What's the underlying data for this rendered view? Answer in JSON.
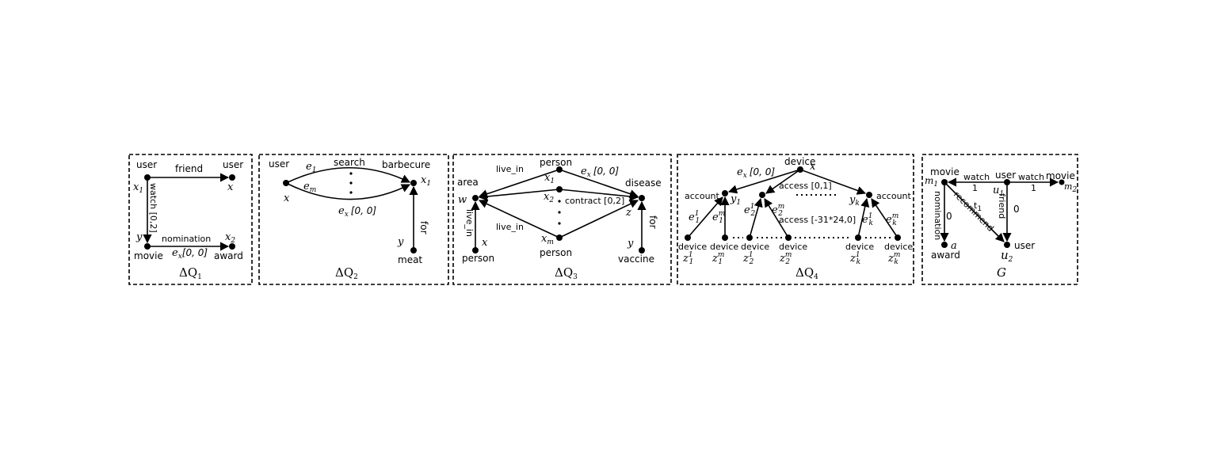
{
  "panels": {
    "q1": {
      "caption": "ΔQ",
      "caption_sub": "1",
      "labels": {
        "user_left": "user",
        "user_right": "user",
        "friend": "friend",
        "x1": "x",
        "x1_sub": "1",
        "x": "x",
        "watch": "watch [0,2]",
        "y": "y",
        "nomination": "nomination",
        "x2": "x",
        "x2_sub": "2",
        "movie": "movie",
        "ex_range": "e",
        "ex_range_sub": "x",
        "ex_range_tail": "[0, 0]",
        "award": "award"
      }
    },
    "q2": {
      "caption": "ΔQ",
      "caption_sub": "2",
      "labels": {
        "user": "user",
        "e1": "e",
        "e1_sub": "1",
        "search": "search",
        "barbecure": "barbecure",
        "x1": "x",
        "x1_sub": "1",
        "em": "e",
        "em_sub": "m",
        "x": "x",
        "ex": "e",
        "ex_sub": "x",
        "ex_tail": "[0, 0]",
        "y": "y",
        "for": "for",
        "meat": "meat"
      }
    },
    "q3": {
      "caption": "ΔQ",
      "caption_sub": "3",
      "labels": {
        "person_top": "person",
        "live_in_top": "live_in",
        "x1": "x",
        "x1_sub": "1",
        "ex": "e",
        "ex_sub": "x",
        "ex_tail": "[0, 0]",
        "area": "area",
        "disease": "disease",
        "w": "w",
        "x2": "x",
        "x2_sub": "2",
        "contract": "contract [0,2]",
        "z": "z",
        "live_in_left": "live_in",
        "live_in_mid": "live_in",
        "for": "for",
        "x": "x",
        "xm": "x",
        "xm_sub": "m",
        "y": "y",
        "person_left": "person",
        "person_bottom": "person",
        "vaccine": "vaccine"
      }
    },
    "q4": {
      "caption": "ΔQ",
      "caption_sub": "4",
      "labels": {
        "device_top": "device",
        "x": "x",
        "ex": "e",
        "ex_sub": "x",
        "ex_tail": "[0, 0]",
        "account_left": "account",
        "y1": "y",
        "y1_sub": "1",
        "access01": "access [0,1]",
        "yk": "y",
        "yk_sub": "k",
        "account_right": "account",
        "e11": "e",
        "e11_sub": "1",
        "e11_sup": "1",
        "e1m": "e",
        "e1m_sub": "1",
        "e1m_sup": "m",
        "e21": "e",
        "e21_sub": "2",
        "e21_sup": "1",
        "e2m": "e",
        "e2m_sub": "2",
        "e2m_sup": "m",
        "access_big": "access [-31*24,0]",
        "ek1": "e",
        "ek1_sub": "k",
        "ek1_sup": "1",
        "ekm": "e",
        "ekm_sub": "k",
        "ekm_sup": "m",
        "device": "device",
        "z11": "z",
        "z11_sub": "1",
        "z11_sup": "1",
        "z1m": "z",
        "z1m_sub": "1",
        "z1m_sup": "m",
        "z21": "z",
        "z21_sub": "2",
        "z21_sup": "1",
        "z2m": "z",
        "z2m_sub": "2",
        "z2m_sup": "m",
        "zk1": "z",
        "zk1_sub": "k",
        "zk1_sup": "1",
        "zkm": "z",
        "zkm_sub": "k",
        "zkm_sup": "m"
      }
    },
    "g": {
      "caption": "G",
      "labels": {
        "movie_left": "movie",
        "m1": "m",
        "m1_sub": "1",
        "watch_left": "watch",
        "one_left": "1",
        "user_top": "user",
        "u1": "u",
        "u1_sub": "1",
        "watch_right": "watch",
        "one_right": "1",
        "movie_right": "movie",
        "m2": "m",
        "m2_sub": "2",
        "t1": "t",
        "t1_sub": "1",
        "nomination": "nomination",
        "zero_left": "0",
        "recommend": "recommend",
        "friend": "friend",
        "zero_right": "0",
        "a": "a",
        "award": "award",
        "user_bottom": "user",
        "u2": "u",
        "u2_sub": "2"
      }
    }
  }
}
